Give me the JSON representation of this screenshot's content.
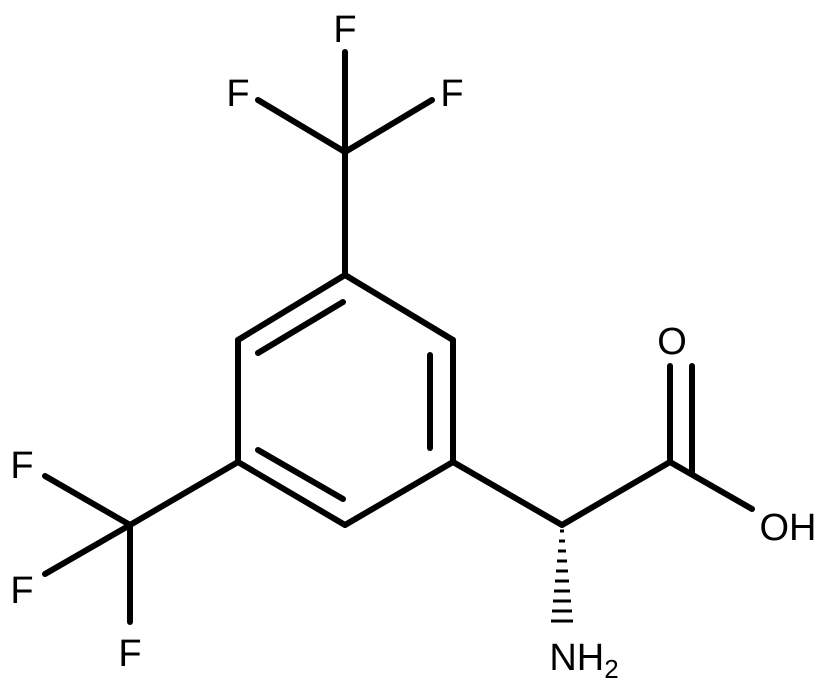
{
  "molecule": {
    "atoms": {
      "f_top": "F",
      "f_top_left": "F",
      "f_top_right": "F",
      "f_left_top": "F",
      "f_left_mid": "F",
      "f_left_bottom": "F",
      "carbonyl_o": "O",
      "hydroxyl": "OH",
      "amine_main": "NH",
      "amine_sub": "2"
    },
    "colors": {
      "bond": "#000000",
      "text": "#000000",
      "background": "#ffffff"
    }
  }
}
